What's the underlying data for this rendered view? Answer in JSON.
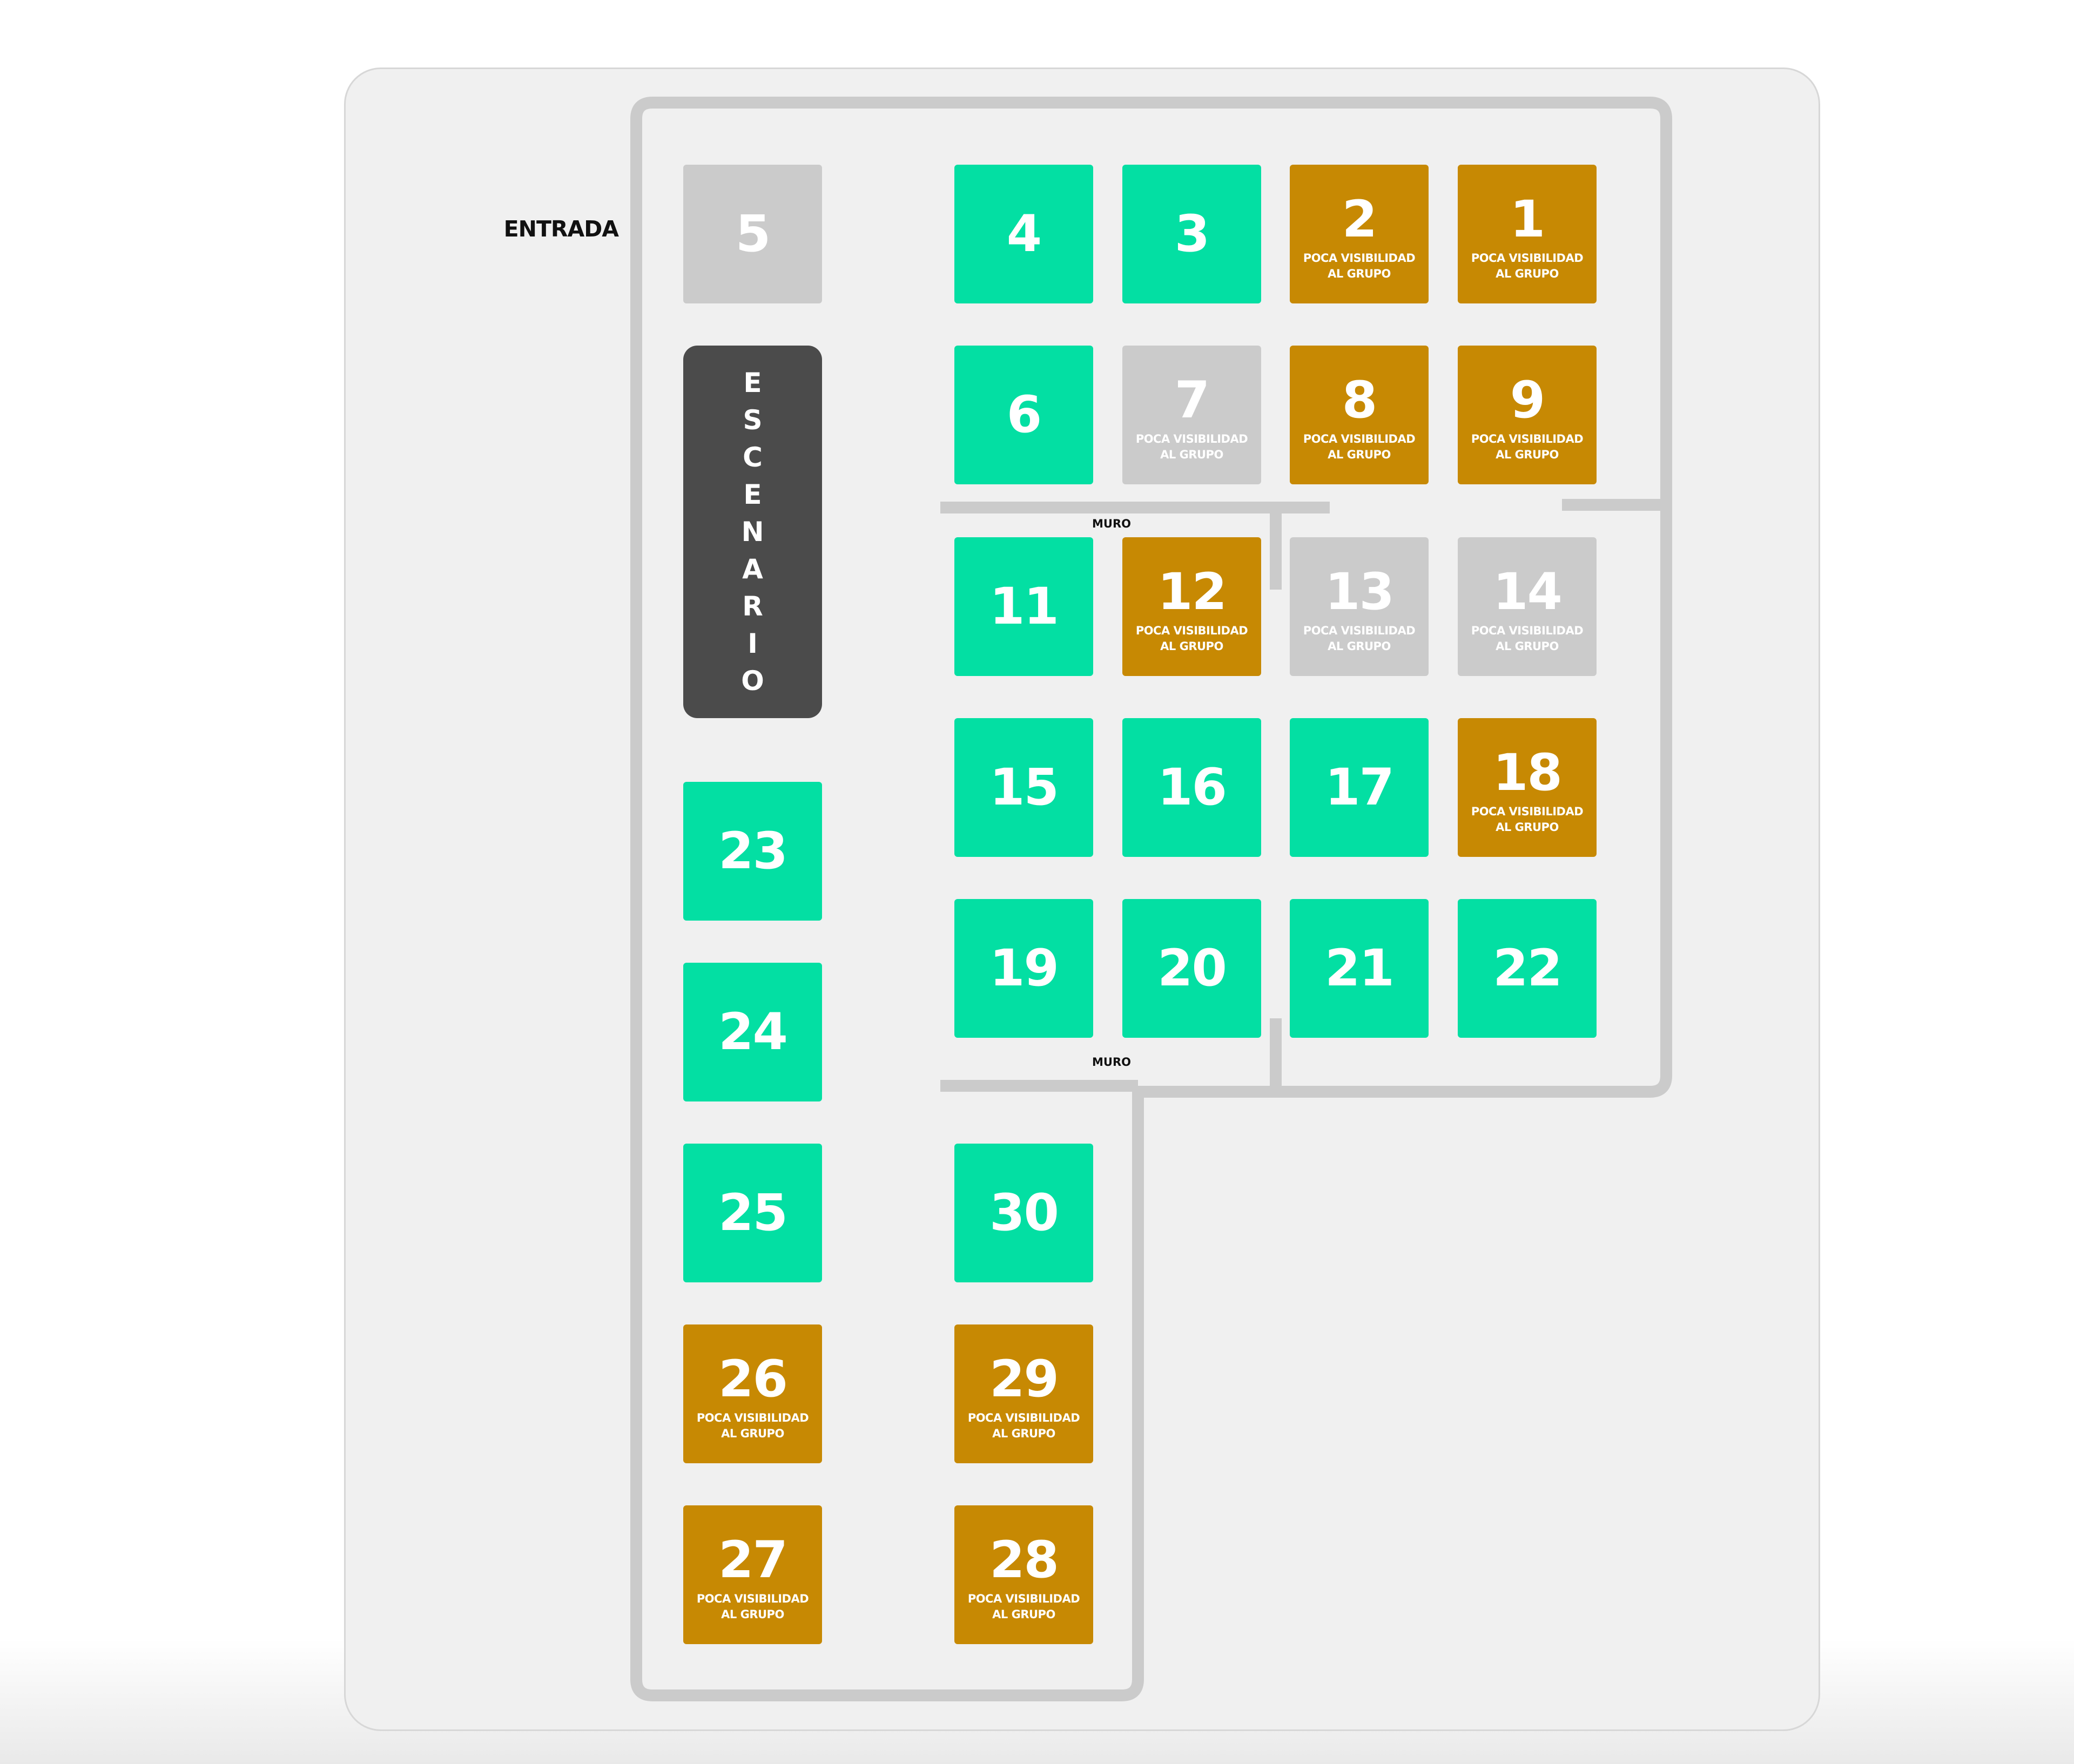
{
  "entrance_label": "ENTRADA",
  "stage_label": [
    "E",
    "S",
    "C",
    "E",
    "N",
    "A",
    "R",
    "I",
    "O"
  ],
  "wall_labels": [
    "MURO",
    "MURO"
  ],
  "legend_colors": {
    "available": "#03dfa3",
    "low_visibility": "#c78903",
    "unavailable": "#cbcbcb",
    "stage": "#4b4b4b"
  },
  "tables": [
    {
      "number": "5",
      "status": "grey",
      "note": ""
    },
    {
      "number": "4",
      "status": "green",
      "note": ""
    },
    {
      "number": "3",
      "status": "green",
      "note": ""
    },
    {
      "number": "2",
      "status": "orange",
      "note": [
        "POCA VISIBILIDAD",
        "AL GRUPO"
      ]
    },
    {
      "number": "1",
      "status": "orange",
      "note": [
        "POCA VISIBILIDAD",
        "AL GRUPO"
      ]
    },
    {
      "number": "6",
      "status": "green",
      "note": ""
    },
    {
      "number": "7",
      "status": "grey",
      "note": [
        "POCA VISIBILIDAD",
        "AL GRUPO"
      ]
    },
    {
      "number": "8",
      "status": "orange",
      "note": [
        "POCA VISIBILIDAD",
        "AL GRUPO"
      ]
    },
    {
      "number": "9",
      "status": "orange",
      "note": [
        "POCA VISIBILIDAD",
        "AL GRUPO"
      ]
    },
    {
      "number": "11",
      "status": "green",
      "note": ""
    },
    {
      "number": "12",
      "status": "orange",
      "note": [
        "POCA VISIBILIDAD",
        "AL GRUPO"
      ]
    },
    {
      "number": "13",
      "status": "grey",
      "note": [
        "POCA VISIBILIDAD",
        "AL GRUPO"
      ]
    },
    {
      "number": "14",
      "status": "grey",
      "note": [
        "POCA VISIBILIDAD",
        "AL GRUPO"
      ]
    },
    {
      "number": "15",
      "status": "green",
      "note": ""
    },
    {
      "number": "16",
      "status": "green",
      "note": ""
    },
    {
      "number": "17",
      "status": "green",
      "note": ""
    },
    {
      "number": "18",
      "status": "orange",
      "note": [
        "POCA VISIBILIDAD",
        "AL GRUPO"
      ]
    },
    {
      "number": "19",
      "status": "green",
      "note": ""
    },
    {
      "number": "20",
      "status": "green",
      "note": ""
    },
    {
      "number": "21",
      "status": "green",
      "note": ""
    },
    {
      "number": "22",
      "status": "green",
      "note": ""
    },
    {
      "number": "23",
      "status": "green",
      "note": ""
    },
    {
      "number": "24",
      "status": "green",
      "note": ""
    },
    {
      "number": "25",
      "status": "green",
      "note": ""
    },
    {
      "number": "30",
      "status": "green",
      "note": ""
    },
    {
      "number": "26",
      "status": "orange",
      "note": [
        "POCA VISIBILIDAD",
        "AL GRUPO"
      ]
    },
    {
      "number": "29",
      "status": "orange",
      "note": [
        "POCA VISIBILIDAD",
        "AL GRUPO"
      ]
    },
    {
      "number": "27",
      "status": "orange",
      "note": [
        "POCA VISIBILIDAD",
        "AL GRUPO"
      ]
    },
    {
      "number": "28",
      "status": "orange",
      "note": [
        "POCA VISIBILIDAD",
        "AL GRUPO"
      ]
    }
  ]
}
